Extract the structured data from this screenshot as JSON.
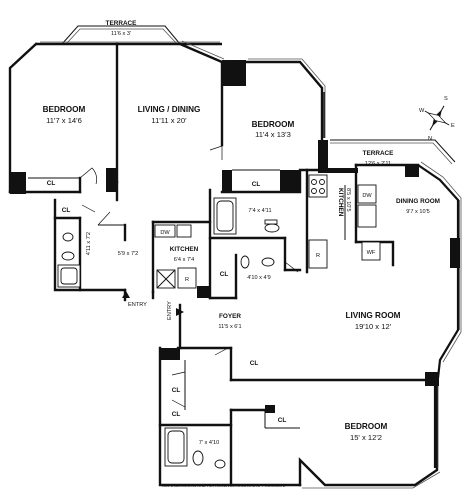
{
  "rooms": {
    "terrace_top": {
      "name": "TERRACE",
      "dims": "11'6 x 3'"
    },
    "bedroom_1": {
      "name": "BEDROOM",
      "dims": "11'7 x 14'6"
    },
    "living_dining": {
      "name": "LIVING / DINING",
      "dims": "11'11 x 20'"
    },
    "bedroom_2": {
      "name": "BEDROOM",
      "dims": "11'4 x 13'3"
    },
    "terrace_right": {
      "name": "TERRACE",
      "dims": "12'6 x 2'11"
    },
    "dining_room": {
      "name": "DINING ROOM",
      "dims": "9'7 x 10'5"
    },
    "kitchen_right": {
      "name": "KITCHEN",
      "dims": "8'5 x 10'5"
    },
    "bath_1": {
      "dims": "7'4 x 4'11"
    },
    "bath_2": {
      "dims": "4'11 x 7'2"
    },
    "room_small": {
      "dims": "5'9 x 7'2"
    },
    "kitchen_left": {
      "name": "KITCHEN",
      "dims": "6'4 x 7'4"
    },
    "bath_3": {
      "dims": "4'10 x 4'9"
    },
    "foyer": {
      "name": "FOYER",
      "dims": "11'5 x 6'1"
    },
    "living_room": {
      "name": "LIVING ROOM",
      "dims": "19'10 x 12'"
    },
    "bedroom_3": {
      "name": "BEDROOM",
      "dims": "15' x 12'2"
    },
    "bath_4": {
      "dims": "7' x 4'10"
    }
  },
  "closets": [
    "CL",
    "CL",
    "CL",
    "CL",
    "CL",
    "CL",
    "CL",
    "CL"
  ],
  "fixtures": {
    "dw": "DW",
    "r": "R",
    "wf": "WF"
  },
  "entries": {
    "entry_left": "ENTRY",
    "entry_right": "ENTRY"
  },
  "compass": {
    "n": "N",
    "s": "S",
    "e": "E",
    "w": "W"
  },
  "disclaimer": "ALL DIMENSIONS AND REPRESENTATIONS ARE APPROXIMATE"
}
